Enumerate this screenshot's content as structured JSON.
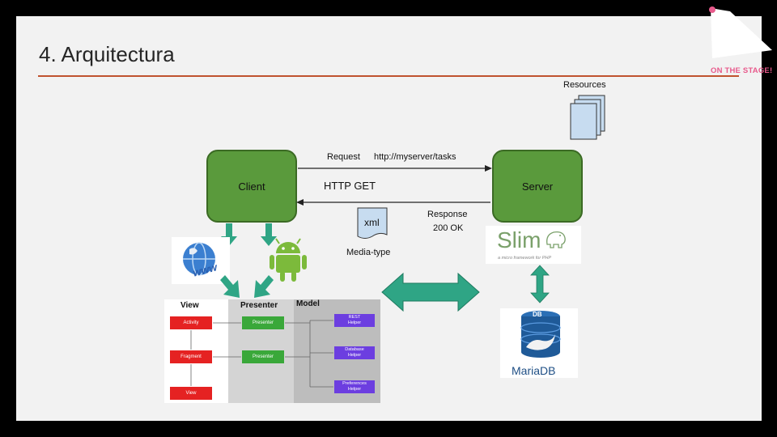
{
  "slide": {
    "title": "4. Arquitectura",
    "logo_text": "ON THE STAGE!"
  },
  "diagram": {
    "resources_label": "Resources",
    "client_label": "Client",
    "server_label": "Server",
    "request_label": "Request",
    "request_url": "http://myserver/tasks",
    "method_label": "HTTP GET",
    "response_label": "Response",
    "response_status": "200 OK",
    "xml_label": "xml",
    "media_type_label": "Media-type",
    "slim_label": "Slim",
    "slim_tagline": "a micro framework for PHP",
    "www_label": "www",
    "db_badge": "DB",
    "mariadb_label": "MariaDB"
  },
  "mvp": {
    "view_header": "View",
    "presenter_header": "Presenter",
    "model_header": "Model",
    "view_items": [
      "Activity",
      "Fragment",
      "View"
    ],
    "presenter_items": [
      "Presenter",
      "Presenter"
    ],
    "model_items": [
      {
        "line1": "REST",
        "line2": "Helper"
      },
      {
        "line1": "Database",
        "line2": "Helper"
      },
      {
        "line1": "Preferences",
        "line2": "Helper"
      }
    ]
  },
  "colors": {
    "node_green": "#5a9a3c",
    "arrow_teal": "#2fa585",
    "accent_rule": "#c0532f"
  }
}
